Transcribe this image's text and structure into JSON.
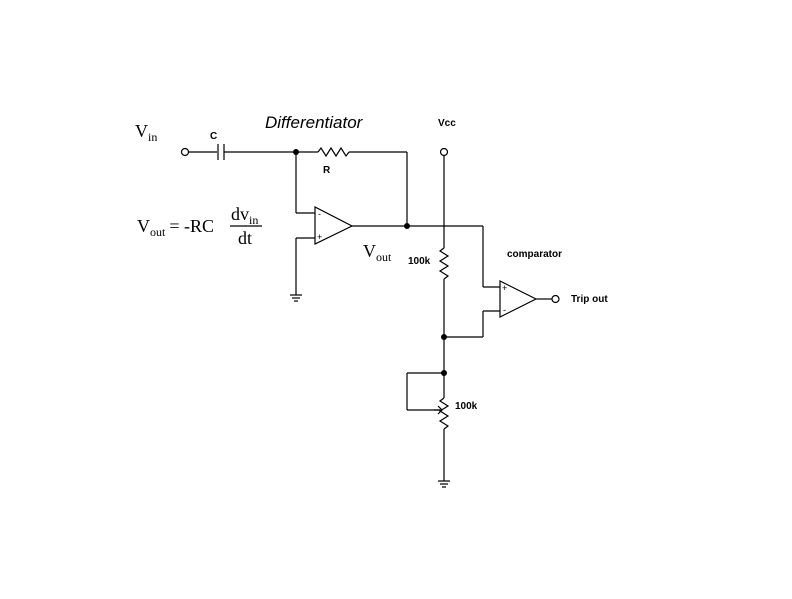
{
  "diagram": {
    "title": "Differentiator",
    "labels": {
      "vin_main": "V",
      "vin_sub": "in",
      "capacitor": "C",
      "resistor": "R",
      "vout_main": "V",
      "vout_sub": "out",
      "vcc": "Vcc",
      "res_100k_fixed": "100k",
      "res_100k_pot": "100k",
      "comparator": "comparator",
      "trip_out": "Trip out",
      "opamp_minus": "-",
      "opamp_plus": "+",
      "comp_plus": "+",
      "comp_minus": "-"
    },
    "formula": {
      "lhs_main": "V",
      "lhs_sub": "out",
      "equals": "= -RC",
      "num_main": "dv",
      "num_sub": "in",
      "den": "dt"
    }
  }
}
